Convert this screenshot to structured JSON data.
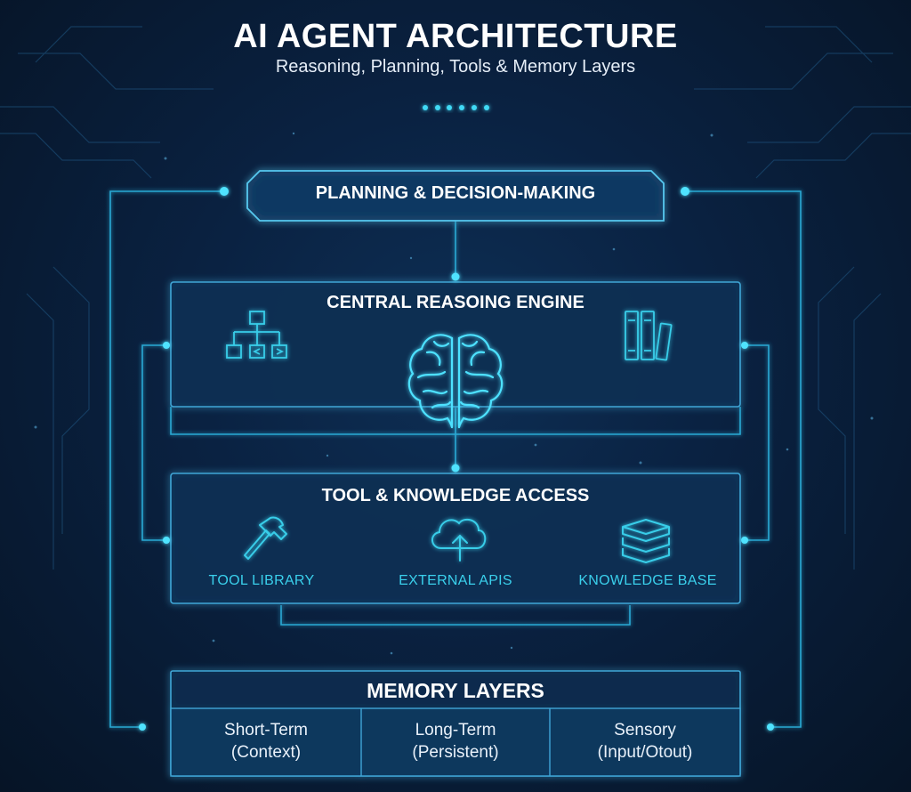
{
  "header": {
    "title": "AI AGENT ARCHITECTURE",
    "subtitle": "Reasoning, Planning, Tools & Memory Layers"
  },
  "planning": {
    "title": "PLANNING & DECISION-MAKING"
  },
  "reasoning": {
    "title": "CENTRAL REASOING ENGINE",
    "icons": [
      "hierarchy-icon",
      "brain-icon",
      "books-icon"
    ]
  },
  "tools": {
    "title": "TOOL & KNOWLEDGE ACCESS",
    "items": [
      {
        "label": "TOOL LIBRARY",
        "icon": "hammer-icon"
      },
      {
        "label": "EXTERNAL APIS",
        "icon": "cloud-upload-icon"
      },
      {
        "label": "KNOWLEDGE BASE",
        "icon": "database-stack-icon"
      }
    ]
  },
  "memory": {
    "title": "MEMORY LAYERS",
    "cells": [
      {
        "line1": "Short-Term",
        "line2": "(Context)"
      },
      {
        "line1": "Long-Term",
        "line2": "(Persistent)"
      },
      {
        "line1": "Sensory",
        "line2": "(Input/Otout)"
      }
    ]
  },
  "colors": {
    "accent": "#2ed3f0",
    "background": "#0a2242",
    "panel_stroke": "#3fa6d6",
    "text": "#ffffff"
  }
}
